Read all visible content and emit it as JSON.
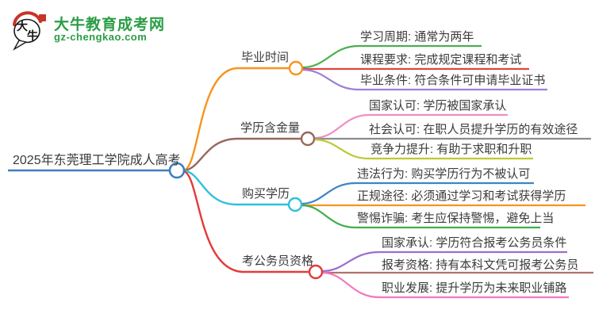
{
  "logo": {
    "title": "大牛教育成考网",
    "subtitle": "gz-chengkao.com",
    "icon_char_1": "大",
    "icon_char_2": "牛",
    "brand_color": "#2a9d45",
    "seal_color": "#c63527"
  },
  "root": {
    "label": "2025年东莞理工学院成人高考",
    "color": "#3d7dbf"
  },
  "branches": [
    {
      "label": "毕业时间",
      "color": "#f7941d",
      "children": [
        {
          "label": "学习周期: 通常为两年",
          "color": "#4caf50"
        },
        {
          "label": "课程要求: 完成规定课程和考试",
          "color": "#e04540"
        },
        {
          "label": "毕业条件: 符合条件可申请毕业证书",
          "color": "#9d7fd6"
        }
      ]
    },
    {
      "label": "学历含金量",
      "color": "#96685e",
      "children": [
        {
          "label": "国家认可: 学历被国家承认",
          "color": "#ef8fc5"
        },
        {
          "label": "社会认可: 在职人员提升学历的有效途径",
          "color": "#8c8c8c"
        },
        {
          "label": "竞争力提升: 有助于求职和升职",
          "color": "#bfc832"
        }
      ]
    },
    {
      "label": "购买学历",
      "color": "#30c0dc",
      "children": [
        {
          "label": "违法行为: 购买学历行为不被认可",
          "color": "#3c85c8"
        },
        {
          "label": "正规途径: 必须通过学习和考试获得学历",
          "color": "#f7941d"
        },
        {
          "label": "警惕诈骗: 考生应保持警惕，避免上当",
          "color": "#3fae4d"
        }
      ]
    },
    {
      "label": "考公务员资格",
      "color": "#e53a3a",
      "children": [
        {
          "label": "国家承认: 学历符合报考公务员条件",
          "color": "#9a6ed0"
        },
        {
          "label": "报考资格: 持有本科文凭可报考公务员",
          "color": "#b2716b"
        },
        {
          "label": "职业发展: 提升学历为未来职业铺路",
          "color": "#f376c1"
        }
      ]
    }
  ]
}
